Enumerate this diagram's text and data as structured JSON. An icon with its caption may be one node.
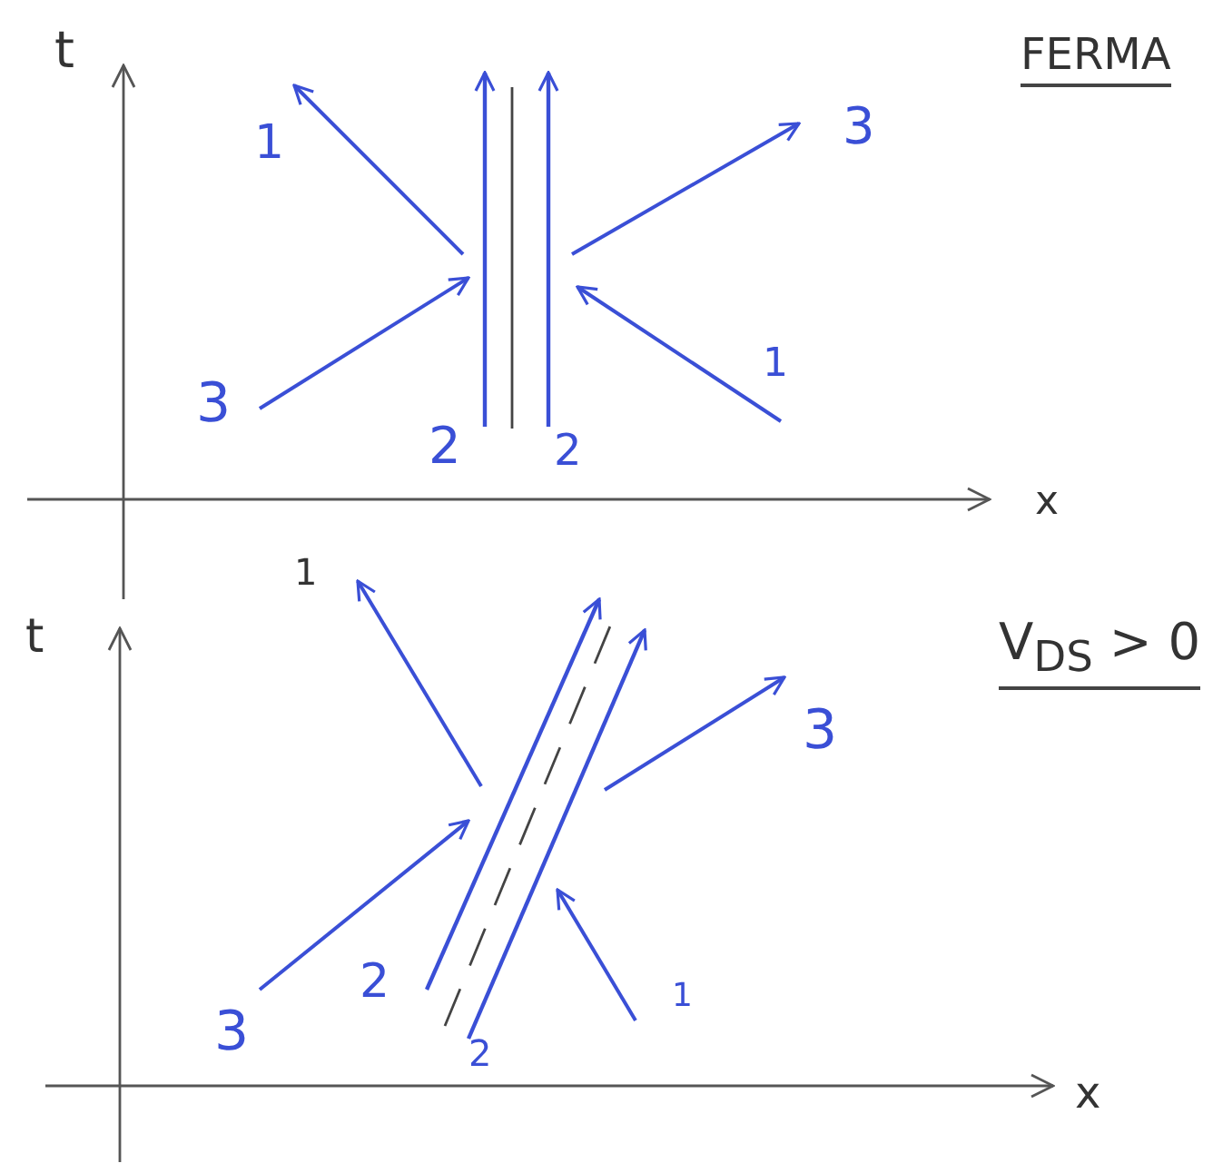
{
  "diagram": {
    "labels": [
      "t",
      "FERMA",
      "1",
      "3",
      "3",
      "1",
      "2",
      "2",
      "x",
      "t",
      "1",
      "V$_{DS}$ > 0",
      "3",
      "2",
      "3",
      "1",
      "2",
      "x"
    ]
  }
}
